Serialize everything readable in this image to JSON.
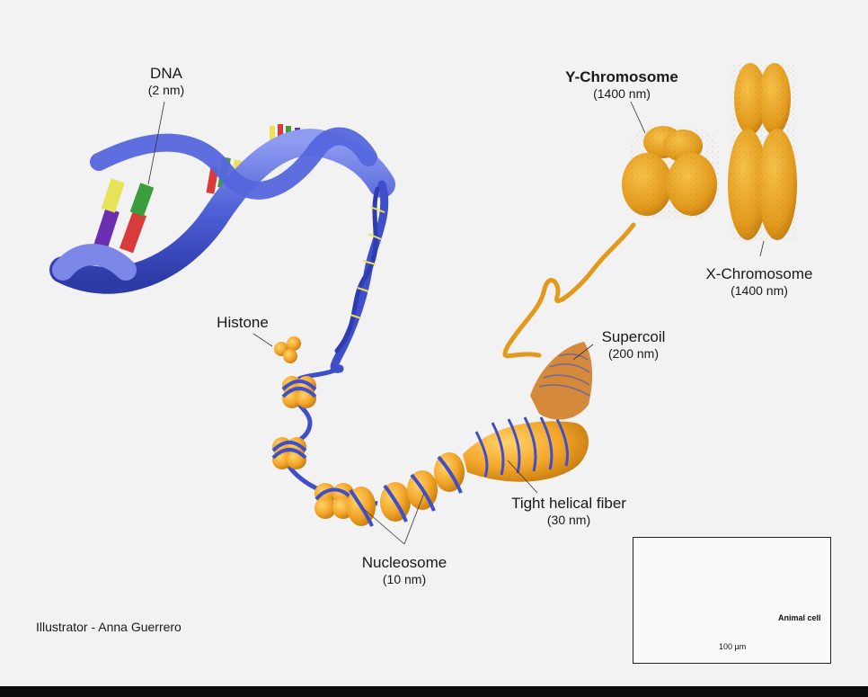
{
  "labels": {
    "dna": {
      "title": "DNA",
      "size": "(2 nm)"
    },
    "histone": {
      "title": "Histone"
    },
    "nucleosome": {
      "title": "Nucleosome",
      "size": "(10 nm)"
    },
    "fiber": {
      "title": "Tight helical fiber",
      "size": "(30 nm)"
    },
    "supercoil": {
      "title": "Supercoil",
      "size": "(200 nm)"
    },
    "y_chromosome": {
      "title": "Y-Chromosome",
      "size": "(1400 nm)"
    },
    "x_chromosome": {
      "title": "X-Chromosome",
      "size": "(1400 nm)"
    }
  },
  "credit": "Illustrator - Anna Guerrero",
  "inset": {
    "label": "Animal cell",
    "scale": "100 µm"
  },
  "colors": {
    "background": "#f2f2f2",
    "dna_blue": "#4a5bd6",
    "histone_orange": "#f0a526",
    "chromosome_gold": "#e8a41e",
    "highlight_red": "#d42020"
  }
}
